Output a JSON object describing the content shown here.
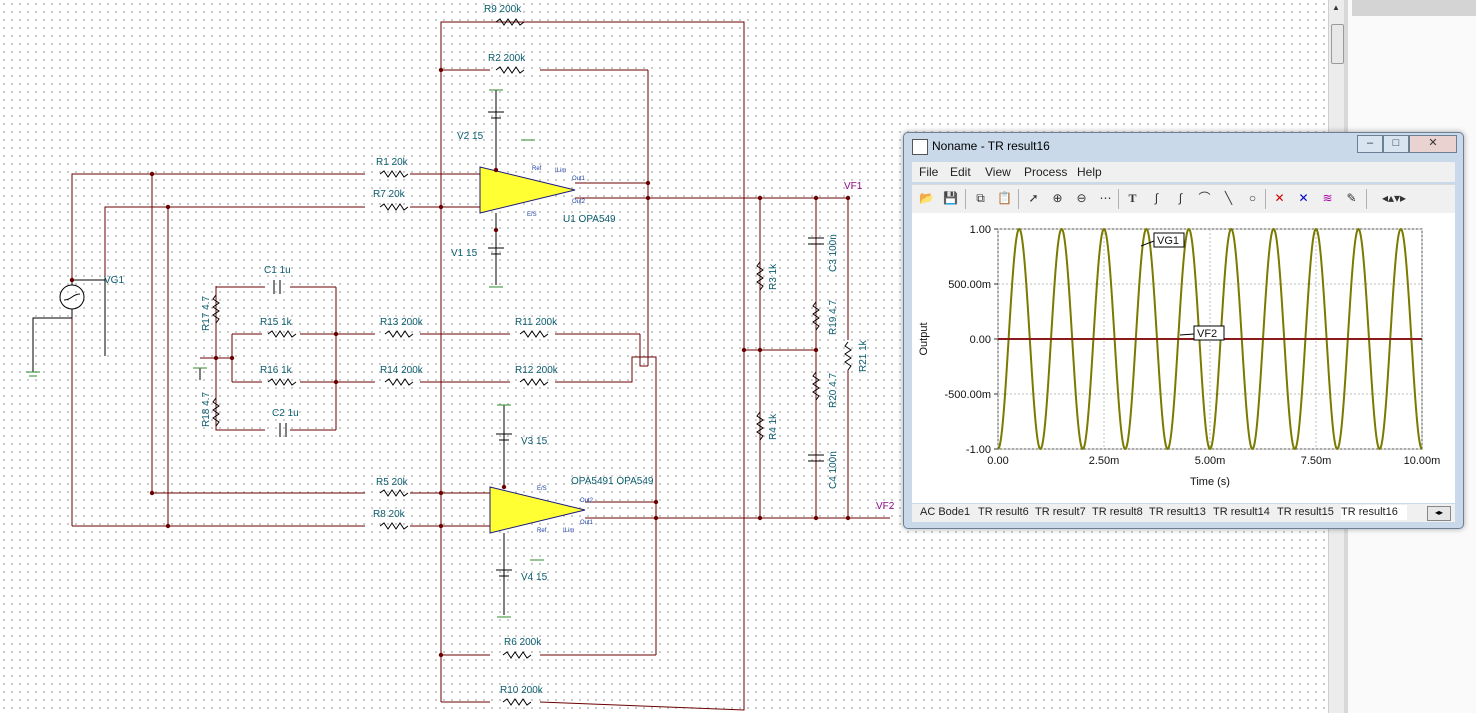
{
  "schematic": {
    "labels": {
      "r9": "R9 200k",
      "r2": "R2 200k",
      "v2": "V2 15",
      "r1": "R1 20k",
      "r7": "R7 20k",
      "u1": "U1 OPA549",
      "v1": "V1 15",
      "vg1": "VG1",
      "c1": "C1 1u",
      "r17": "R17 4.7",
      "r15": "R15 1k",
      "r13": "R13 200k",
      "r11": "R11 200k",
      "r16": "R16 1k",
      "r14": "R14 200k",
      "r12": "R12 200k",
      "r18": "R18 4.7",
      "c2": "C2 1u",
      "v3": "V3 15",
      "u2": "OPA5491 OPA549",
      "r5": "R5 20k",
      "r8": "R8 20k",
      "v4": "V4 15",
      "r6": "R6 200k",
      "r10": "R10 200k",
      "r3": "R3 1k",
      "r4": "R4 1k",
      "c3": "C3 100n",
      "r19": "R19 4.7",
      "r20": "R20 4.7",
      "c4": "C4 100n",
      "r21": "R21 1k",
      "vf1": "VF1",
      "vf2": "VF2"
    },
    "pins": {
      "ilim": "ILim",
      "es": "E/S",
      "out1": "Out1",
      "out2": "Out2",
      "ref": "Ref"
    }
  },
  "window": {
    "title": "Noname - TR result16",
    "menu": [
      "File",
      "Edit",
      "View",
      "Process",
      "Help"
    ],
    "toolbar_icons": [
      "open-icon",
      "save-icon",
      "copy-icon",
      "paste-icon",
      "pointer-icon",
      "zoom-in-icon",
      "zoom-out-icon",
      "grid-icon",
      "text-icon",
      "curve-icon",
      "curve2-icon",
      "line-icon",
      "diagonal-icon",
      "circle-icon",
      "cursor-a-icon",
      "cursor-b-icon",
      "waveform-icon",
      "probe-icon",
      "arrows-icon"
    ],
    "tabs": [
      "AC Bode1",
      "TR result6",
      "TR result7",
      "TR result8",
      "TR result13",
      "TR result14",
      "TR result15",
      "TR result16"
    ],
    "active_tab": "TR result16"
  },
  "chart_data": {
    "type": "line",
    "xlabel": "Time (s)",
    "ylabel": "Output",
    "x_ticks": [
      "0.00",
      "2.50m",
      "5.00m",
      "7.50m",
      "10.00m"
    ],
    "y_ticks": [
      "1.00",
      "500.00m",
      "0.00",
      "-500.00m",
      "-1.00"
    ],
    "xlim": [
      0,
      0.01
    ],
    "ylim": [
      -1,
      1
    ],
    "grid": true,
    "series": [
      {
        "name": "VG1",
        "color": "#7a7a00",
        "kind": "sine",
        "amplitude": 1.0,
        "frequency_hz": 1000,
        "phase_deg": -90
      },
      {
        "name": "VF2",
        "color": "#8b1a1a",
        "kind": "flat",
        "value": 0.0
      }
    ]
  }
}
